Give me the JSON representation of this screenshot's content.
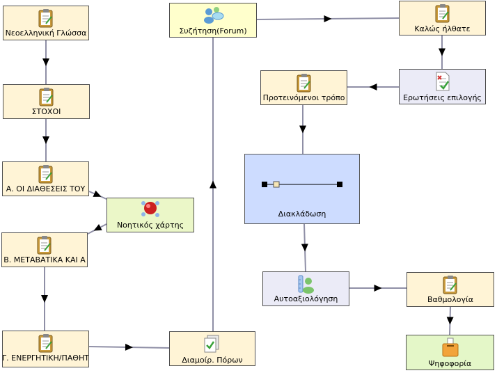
{
  "diagram": {
    "title": "",
    "nodes": {
      "neoellinikh": {
        "label": "Νεοελληνική Γλώσσα",
        "icon": "document-icon"
      },
      "stoxoi": {
        "label": "ΣΤΟΧΟΙ",
        "icon": "document-icon"
      },
      "diatheseis": {
        "label": "Α. ΟΙ ΔΙΑΘΕΣΕΙΣ ΤΟΥ",
        "icon": "document-icon"
      },
      "noitikos": {
        "label": "Νοητικός χάρτης",
        "icon": "mindmap-icon"
      },
      "metavatika": {
        "label": "Β. ΜΕΤΑΒΑΤΙΚΑ ΚΑΙ Α",
        "icon": "document-icon"
      },
      "energitiki": {
        "label": "Γ. ΕΝΕΡΓΗΤΙΚΗ/ΠΑΘΗΤ",
        "icon": "document-icon"
      },
      "diamorf": {
        "label": "Διαμοίρ. Πόρων",
        "icon": "share-resources-icon"
      },
      "forum": {
        "label": "Συζήτηση(Forum)",
        "icon": "forum-icon"
      },
      "kalos": {
        "label": "Καλώς ήλθατε",
        "icon": "document-icon"
      },
      "erotiseis": {
        "label": "Ερωτήσεις επιλογής",
        "icon": "quiz-icon"
      },
      "proteinomenoi": {
        "label": "Προτεινόμενοι τρόπο",
        "icon": "document-icon"
      },
      "diaklados": {
        "label": "Διακλάδωση",
        "icon": "branch-icon"
      },
      "autoaxiologisi": {
        "label": "Αυτοαξιολόγηση",
        "icon": "assessment-icon"
      },
      "vathmologia": {
        "label": "Βαθμολογία",
        "icon": "document-icon"
      },
      "psifoforia": {
        "label": "Ψηφοφορία",
        "icon": "vote-icon"
      }
    },
    "edges": [
      [
        "neoellinikh",
        "stoxoi"
      ],
      [
        "stoxoi",
        "diatheseis"
      ],
      [
        "diatheseis",
        "noitikos"
      ],
      [
        "noitikos",
        "metavatika"
      ],
      [
        "metavatika",
        "energitiki"
      ],
      [
        "energitiki",
        "diamorf"
      ],
      [
        "diamorf",
        "forum"
      ],
      [
        "forum",
        "kalos"
      ],
      [
        "kalos",
        "erotiseis"
      ],
      [
        "erotiseis",
        "proteinomenoi"
      ],
      [
        "proteinomenoi",
        "diaklados"
      ],
      [
        "diaklados",
        "autoaxiologisi"
      ],
      [
        "autoaxiologisi",
        "vathmologia"
      ],
      [
        "vathmologia",
        "psifoforia"
      ]
    ],
    "colors": {
      "document_node": "#fff4d6",
      "forum_node": "#ffffcc",
      "quiz_node": "#ebebf7",
      "mindmap_node": "#ebf7c8",
      "branch_node": "#cddcff",
      "vote_node": "#e4f7c8",
      "edge": "#8f8fa6",
      "arrow": "#000000"
    }
  }
}
